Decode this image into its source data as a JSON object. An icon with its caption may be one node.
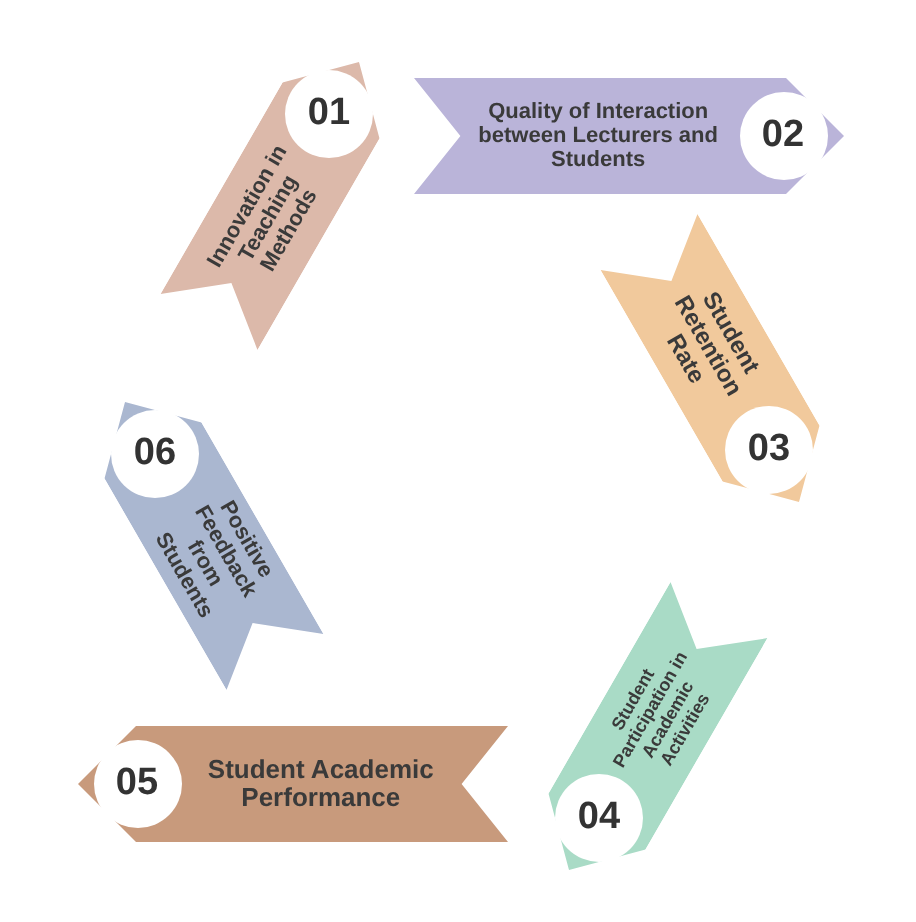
{
  "diagram": {
    "nodes": [
      {
        "text": [
          "01",
          "Innovation in Teaching Methods"
        ]
      },
      {
        "text": [
          "Quality of Interaction between Lecturers and Students",
          "02"
        ]
      },
      {
        "text": [
          "Student Retention Rate",
          "03"
        ]
      },
      {
        "text": [
          "Student Participation in Academic Activities",
          "04"
        ]
      },
      {
        "text": [
          "05",
          "Student Academic Performance"
        ]
      },
      {
        "text": [
          "06",
          "Positive Feedback from Students"
        ]
      }
    ]
  }
}
